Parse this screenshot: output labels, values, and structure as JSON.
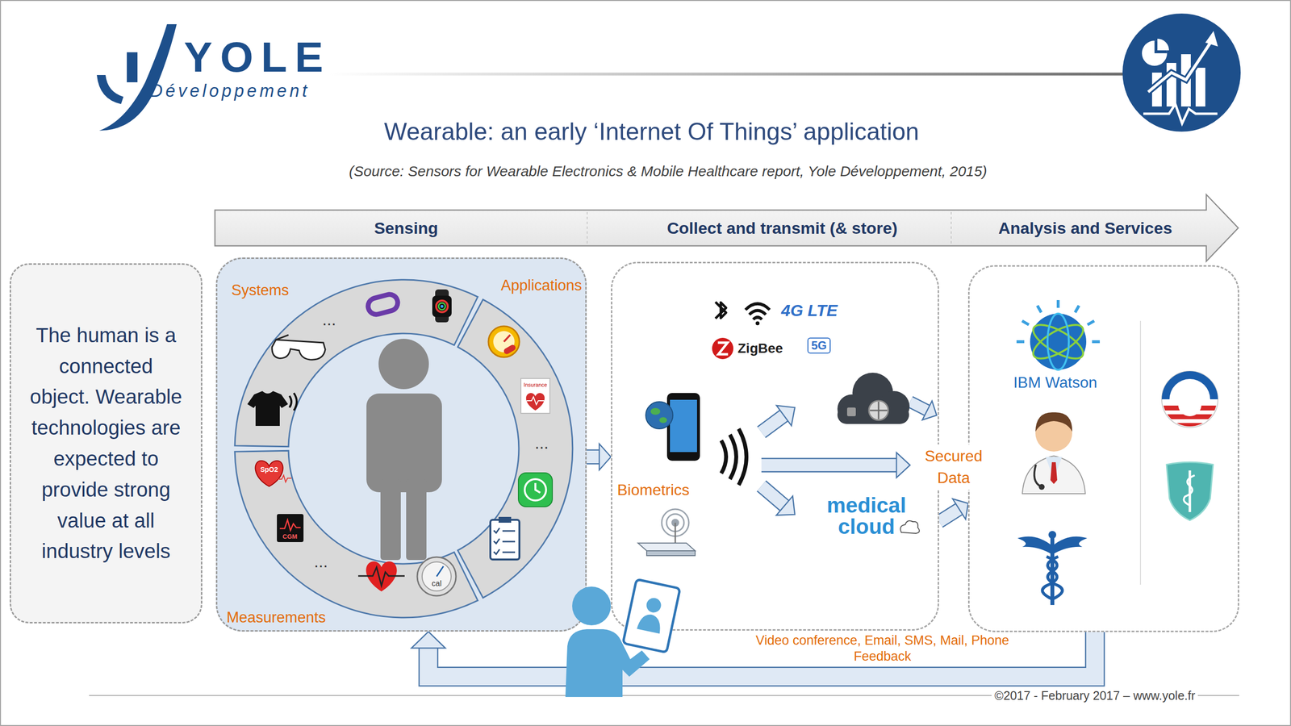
{
  "diagram": {
    "title": "Wearable: an early ‘Internet Of Things’ application",
    "caption": "(Source: Sensors for Wearable Electronics & Mobile Healthcare report, Yole Développement, 2015)",
    "nodes": [
      {
        "text": [
          "The human is a connected object. Wearable technologies are expected to provide strong value at all industry levels"
        ]
      },
      {
        "text": [
          "Sensing",
          "Collect and transmit (& store)",
          "Analysis and Services"
        ]
      },
      {
        "text": [
          "Systems",
          "Applications",
          "Measurements"
        ]
      },
      {
        "text": [
          "Biometrics"
        ]
      },
      {
        "text": [
          "IBM Watson"
        ]
      }
    ],
    "edges": [
      {
        "from": 2,
        "to": 3,
        "arrow": "to"
      },
      {
        "from": 3,
        "to": 4,
        "arrow": "to"
      },
      {
        "from": 4,
        "to": 2,
        "arrow": "to",
        "label": "Video conference, Email, SMS, Mail, Phone Feedback"
      }
    ],
    "labels": [
      "YOLE",
      "Développement",
      "...",
      "...",
      "...",
      "Insurance",
      "SpO2",
      "CGM",
      "cal",
      "4G LTE",
      "ZigBee",
      "5G",
      "medical cloud",
      "Secured Data",
      "©2017 - February 2017 – www.yole.fr"
    ]
  }
}
